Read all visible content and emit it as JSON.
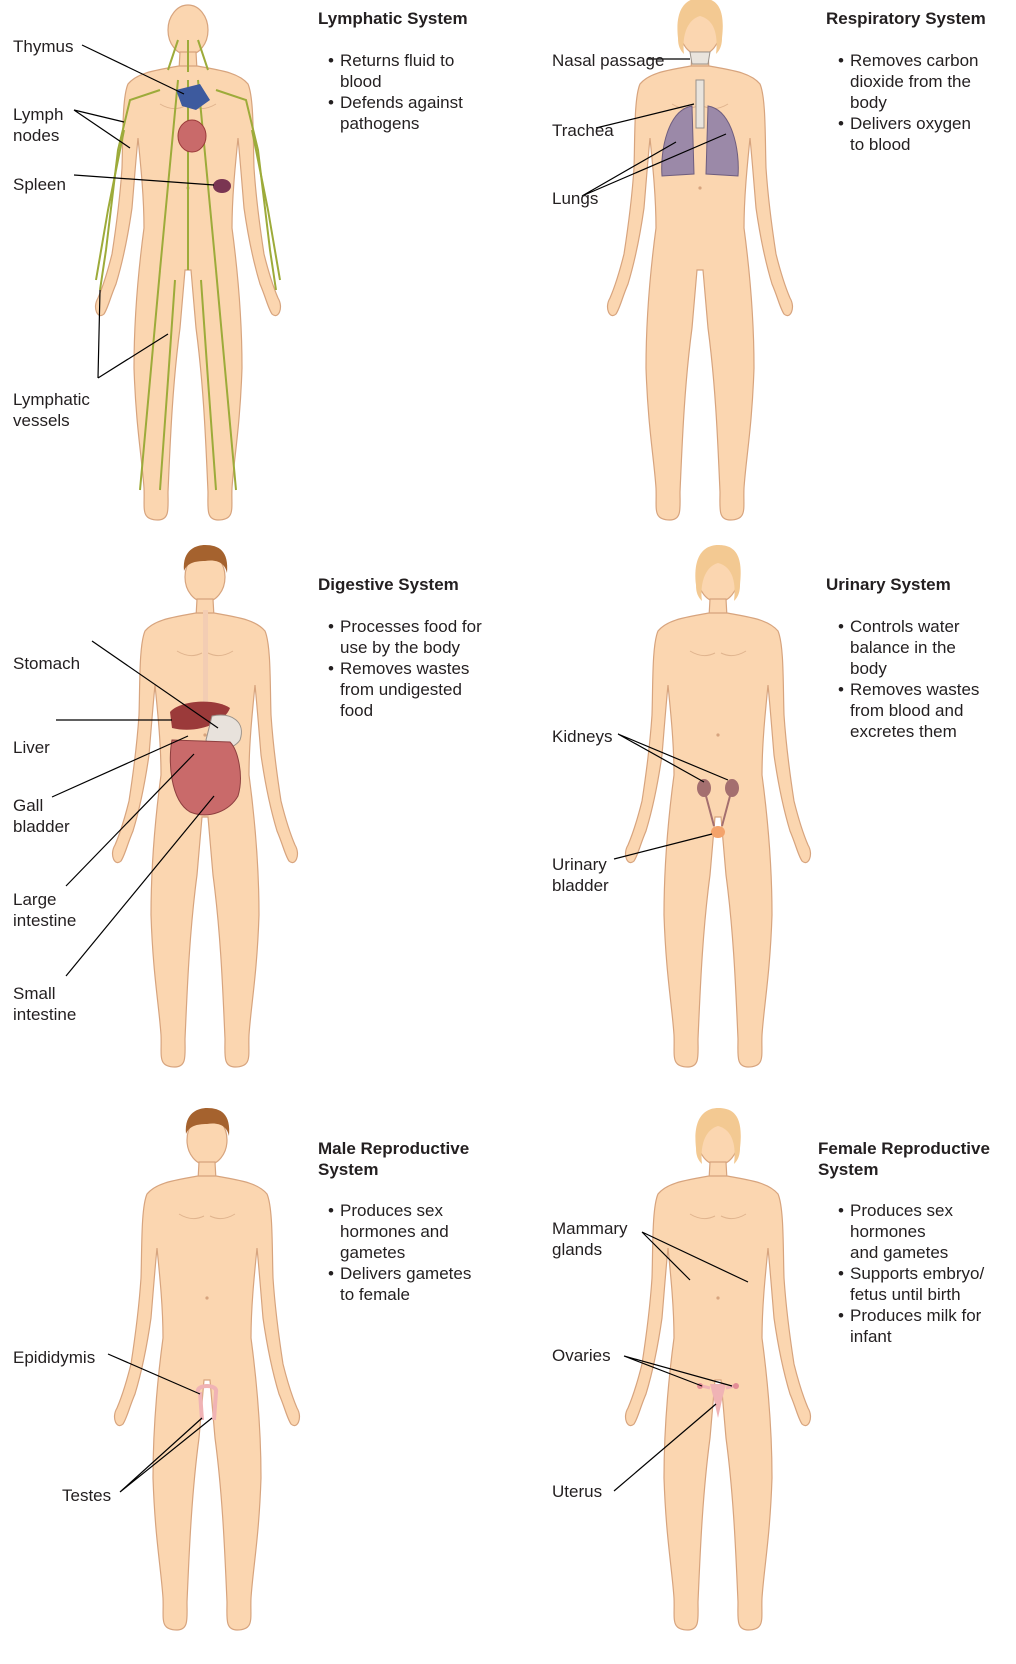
{
  "colors": {
    "skin": "#fbd6b0",
    "skin_outline": "#d7a47e",
    "hair_brown": "#a5622e",
    "hair_blonde": "#f3c992",
    "lymph_vessel": "#9dab3a",
    "thymus": "#3d5a9e",
    "lung": "#9b89a8",
    "organ_red": "#9b3a3a",
    "intestine": "#c96a6a",
    "kidney": "#a46f6f",
    "bladder": "#f4a36b",
    "reproductive": "#f0b3b5",
    "leader_line": "#000000"
  },
  "panels": {
    "lymphatic": {
      "title": "Lymphatic System",
      "bullets": [
        "Returns fluid to\nblood",
        "Defends against\npathogens"
      ],
      "labels": {
        "thymus": "Thymus",
        "lymph_nodes": "Lymph\nnodes",
        "spleen": "Spleen",
        "lymphatic_vessels": "Lymphatic\nvessels"
      }
    },
    "respiratory": {
      "title": "Respiratory System",
      "bullets": [
        "Removes carbon\ndioxide from the\nbody",
        "Delivers oxygen\nto blood"
      ],
      "labels": {
        "nasal_passage": "Nasal passage",
        "trachea": "Trachea",
        "lungs": "Lungs"
      }
    },
    "digestive": {
      "title": "Digestive System",
      "bullets": [
        "Processes food for\nuse by the body",
        "Removes wastes\nfrom undigested\nfood"
      ],
      "labels": {
        "stomach": "Stomach",
        "liver": "Liver",
        "gall_bladder": "Gall\nbladder",
        "large_intestine": "Large\nintestine",
        "small_intestine": "Small\nintestine"
      }
    },
    "urinary": {
      "title": "Urinary System",
      "bullets": [
        "Controls water\nbalance in the\nbody",
        "Removes wastes\nfrom blood and\nexcretes them"
      ],
      "labels": {
        "kidneys": "Kidneys",
        "urinary_bladder": "Urinary\nbladder"
      }
    },
    "male_reproductive": {
      "title": "Male Reproductive\nSystem",
      "bullets": [
        "Produces sex\nhormones and\ngametes",
        "Delivers gametes\nto female"
      ],
      "labels": {
        "epididymis": "Epididymis",
        "testes": "Testes"
      }
    },
    "female_reproductive": {
      "title": "Female Reproductive\nSystem",
      "bullets": [
        "Produces sex\nhormones\nand gametes",
        "Supports embryo/\nfetus until birth",
        "Produces milk for\ninfant"
      ],
      "labels": {
        "mammary_glands": "Mammary\nglands",
        "ovaries": "Ovaries",
        "uterus": "Uterus"
      }
    }
  }
}
